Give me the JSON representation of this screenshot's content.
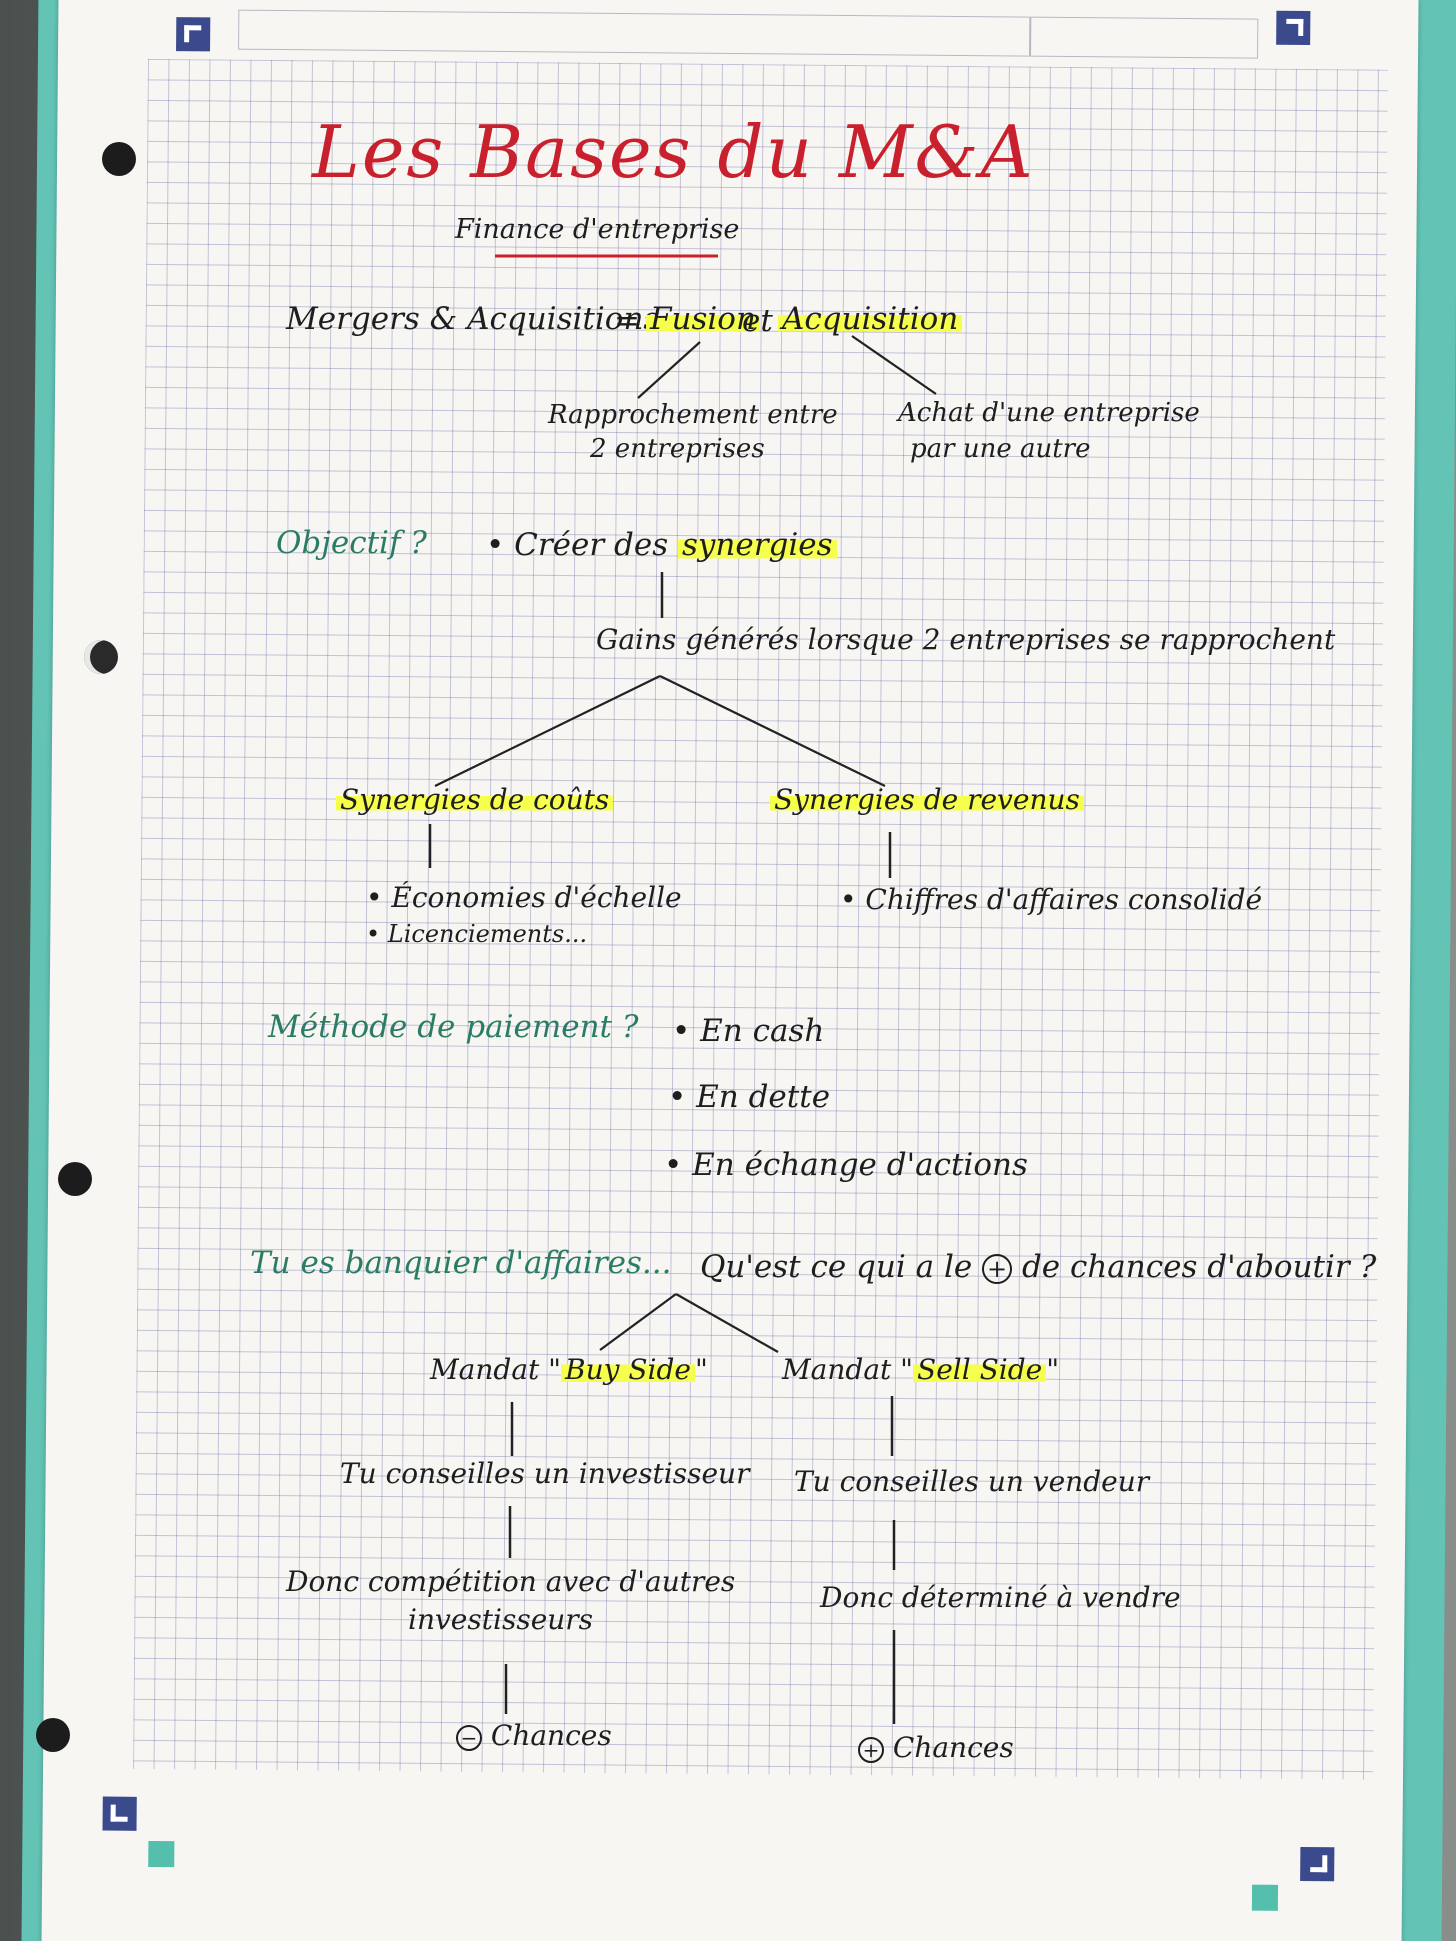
{
  "title": "Les Bases du M&A",
  "subtitle": "Finance d'entreprise",
  "definition": {
    "term": "Mergers & Acquisitions",
    "equals": "=",
    "fusion": "Fusion",
    "connector": "et",
    "acquisition": "Acquisition",
    "fusion_note": [
      "Rapprochement entre",
      "2 entreprises"
    ],
    "acquisition_note": [
      "Achat d'une entreprise",
      "par une autre"
    ]
  },
  "objectif": {
    "question": "Objectif ?",
    "bullet_prefix": "• Créer des",
    "highlight": "synergies",
    "gains": "Gains générés lorsque 2 entreprises se rapprochent",
    "cost_synergies": {
      "label": "Synergies de coûts",
      "items": [
        "• Économies d'échelle",
        "• Licenciements..."
      ]
    },
    "revenue_synergies": {
      "label": "Synergies de revenus",
      "items": [
        "• Chiffres d'affaires consolidé"
      ]
    }
  },
  "paiement": {
    "question": "Méthode de paiement ?",
    "items": [
      "• En cash",
      "• En dette",
      "• En échange d'actions"
    ]
  },
  "banquier": {
    "question": "Tu es banquier d'affaires...",
    "question2_prefix": "Qu'est ce qui a le",
    "question2_suffix": "de chances d'aboutir ?",
    "plus_symbol": "+",
    "minus_symbol": "−",
    "buy": {
      "prefix": "Mandat \"",
      "highlight": "Buy Side",
      "suffix": "\"",
      "step1": "Tu conseilles un investisseur",
      "step2": [
        "Donc compétition avec d'autres",
        "investisseurs"
      ],
      "result": "Chances"
    },
    "sell": {
      "prefix": "Mandat \"",
      "highlight": "Sell Side",
      "suffix": "\"",
      "step1": "Tu conseilles un vendeur",
      "step2": "Donc déterminé à vendre",
      "result": "Chances"
    }
  },
  "colors": {
    "title": "#c8202c",
    "green_headings": "#2a7c64",
    "highlighter": "#f6ff4c",
    "ink": "#1e1e1e",
    "grid": "#6e6eaa",
    "teal_edge": "#63c4b6",
    "corner_marks": "#3b4a8c"
  }
}
